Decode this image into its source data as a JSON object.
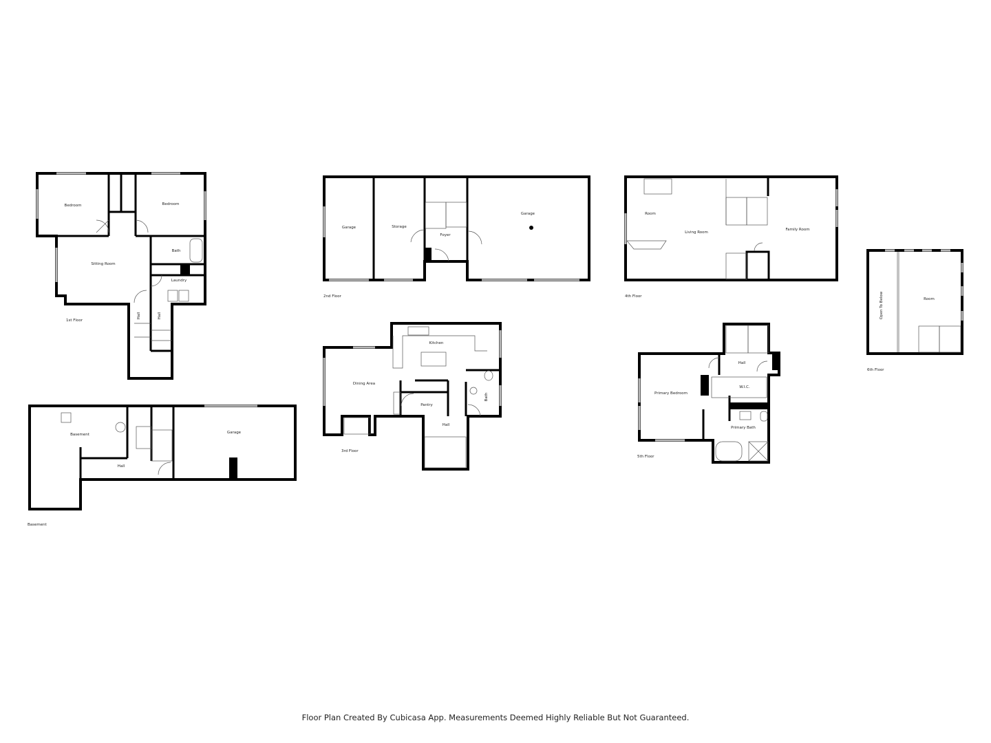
{
  "floors": {
    "first": {
      "title": "1st Floor",
      "rooms": {
        "bedroom_left": "Bedroom",
        "bedroom_right": "Bedroom",
        "sitting_room": "Sitting Room",
        "bath": "Bath",
        "laundry": "Laundry",
        "hall_a": "Hall",
        "hall_b": "Hall"
      }
    },
    "basement": {
      "title": "Basement",
      "rooms": {
        "basement": "Basement",
        "hall": "Hall",
        "garage": "Garage"
      }
    },
    "second": {
      "title": "2nd Floor",
      "rooms": {
        "garage_left": "Garage",
        "storage": "Storage",
        "foyer": "Foyer",
        "garage_right": "Garage"
      }
    },
    "third": {
      "title": "3rd Floor",
      "rooms": {
        "kitchen": "Kitchen",
        "dining_area": "Dining Area",
        "pantry": "Pantry",
        "bath": "Bath",
        "hall": "Hall"
      }
    },
    "fourth": {
      "title": "4th Floor",
      "rooms": {
        "room": "Room",
        "living_room": "Living Room",
        "family_room": "Family Room"
      }
    },
    "fifth": {
      "title": "5th Floor",
      "rooms": {
        "hall": "Hall",
        "wic": "W.I.C.",
        "primary_bedroom": "Primary Bedroom",
        "primary_bath": "Primary Bath"
      }
    },
    "sixth": {
      "title": "6th Floor",
      "rooms": {
        "open_to_below": "Open To Below",
        "room": "Room"
      }
    }
  },
  "footer": {
    "disclaimer": "Floor Plan Created By Cubicasa App. Measurements Deemed Highly Reliable But Not Guaranteed."
  }
}
